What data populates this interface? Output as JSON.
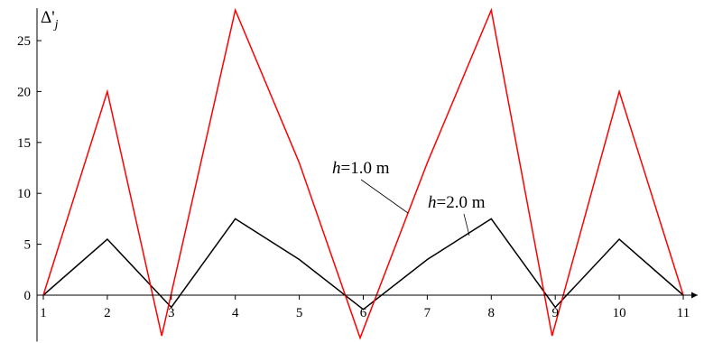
{
  "chart_data": {
    "type": "line",
    "title": "",
    "ylabel_base": "Δ'",
    "ylabel_sub": "j",
    "xlabel": "",
    "x": [
      1,
      2,
      3,
      4,
      5,
      6,
      7,
      8,
      9,
      10,
      11
    ],
    "x_ticks": [
      "1",
      "2",
      "3",
      "4",
      "5",
      "6",
      "7",
      "8",
      "9",
      "10",
      "11"
    ],
    "y_ticks": [
      "0",
      "5",
      "10",
      "15",
      "20",
      "25"
    ],
    "xlim": [
      1,
      11
    ],
    "ylim": [
      -4.2,
      28
    ],
    "grid": false,
    "series": [
      {
        "label_var": "h",
        "label_rest": "=1.0 m",
        "color": "#ff0000",
        "points": [
          [
            1,
            0
          ],
          [
            2,
            20
          ],
          [
            2.85,
            -4
          ],
          [
            4,
            28
          ],
          [
            5,
            13
          ],
          [
            5.95,
            -4.2
          ],
          [
            7,
            13
          ],
          [
            8,
            28
          ],
          [
            8.95,
            -4
          ],
          [
            10,
            20
          ],
          [
            11,
            0
          ]
        ]
      },
      {
        "label_var": "h",
        "label_rest": "=2.0 m",
        "color": "#000000",
        "points": [
          [
            1,
            0
          ],
          [
            2,
            5.5
          ],
          [
            3,
            -1.2
          ],
          [
            4,
            7.5
          ],
          [
            5,
            3.5
          ],
          [
            6,
            -1.4
          ],
          [
            7,
            3.5
          ],
          [
            8,
            7.5
          ],
          [
            9,
            -1.2
          ],
          [
            10,
            5.5
          ],
          [
            11,
            0
          ]
        ]
      }
    ]
  }
}
